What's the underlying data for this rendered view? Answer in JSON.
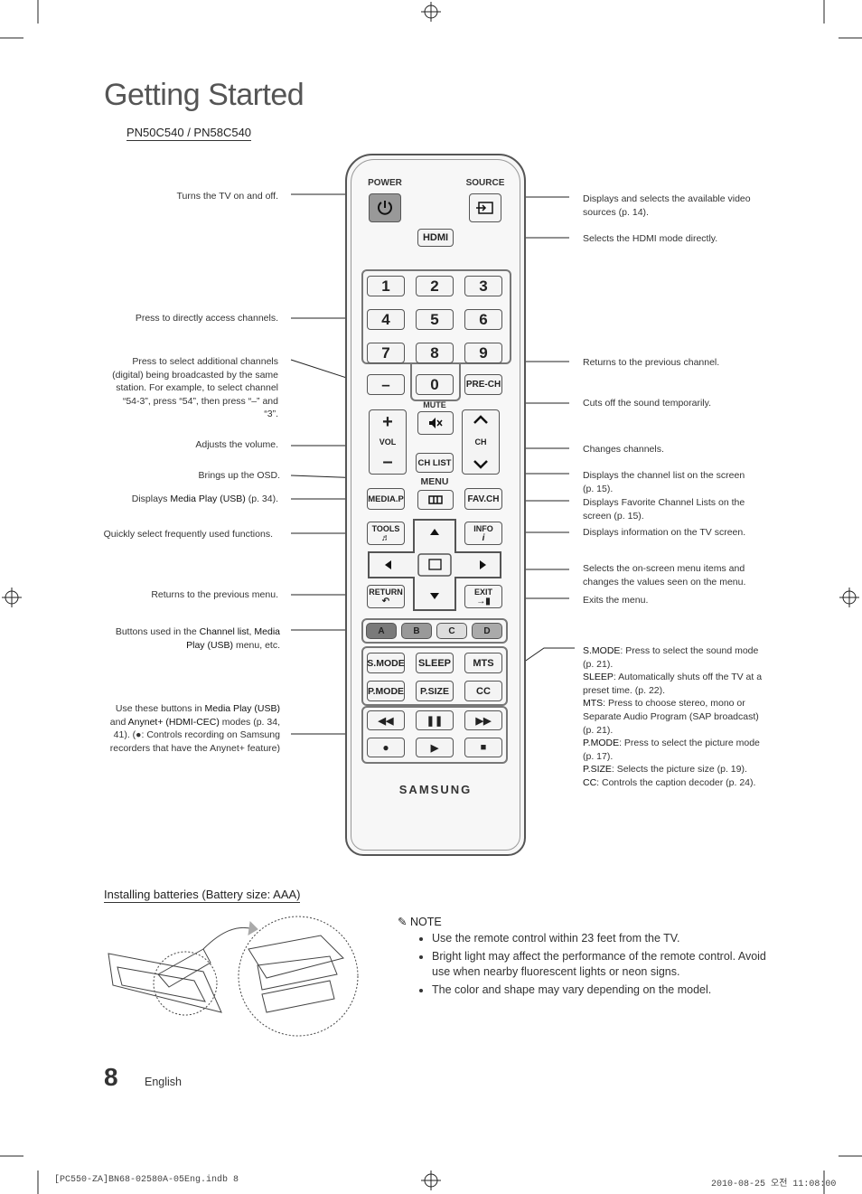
{
  "page": {
    "title": "Getting Started",
    "model": "PN50C540 / PN58C540",
    "page_number": "8",
    "language": "English",
    "footer_left": "[PC550-ZA]BN68-02580A-05Eng.indb   8",
    "footer_right": "2010-08-25   오전 11:08:00"
  },
  "remote": {
    "power": "POWER",
    "source": "SOURCE",
    "hdmi": "HDMI",
    "digits": [
      "1",
      "2",
      "3",
      "4",
      "5",
      "6",
      "7",
      "8",
      "9"
    ],
    "dash": "–",
    "zero": "0",
    "prech": "PRE-CH",
    "mute": "MUTE",
    "vol": "VOL",
    "ch": "CH",
    "chlist": "CH LIST",
    "menu": "MENU",
    "mediap": "MEDIA.P",
    "favch": "FAV.CH",
    "tools": "TOOLS",
    "info": "INFO",
    "return": "RETURN",
    "exit": "EXIT",
    "a": "A",
    "b": "B",
    "c": "C",
    "d": "D",
    "smode": "S.MODE",
    "sleep": "SLEEP",
    "mts": "MTS",
    "pmode": "P.MODE",
    "psize": "P.SIZE",
    "cc": "CC",
    "brand": "SAMSUNG"
  },
  "left_annotations": {
    "power": "Turns the TV on and off.",
    "channels": "Press to directly access channels.",
    "dash": "Press to select additional channels (digital) being broadcasted by the same station. For example, to select channel “54-3”, press “54”, then press “–” and “3”.",
    "volume": "Adjusts the volume.",
    "osd": "Brings up the OSD.",
    "mediap_pre": "Displays ",
    "mediap_bold": "Media Play (USB)",
    "mediap_post": " (p. 34).",
    "tools": "Quickly select frequently used functions.",
    "return": "Returns to the previous menu.",
    "abcd_pre": "Buttons used in the ",
    "abcd_bold1": "Channel list",
    "abcd_mid": ", ",
    "abcd_bold2": "Media Play (USB)",
    "abcd_post": " menu, etc.",
    "media_pre": "Use these buttons in ",
    "media_bold1": "Media Play (USB)",
    "media_mid1": " and ",
    "media_bold2": "Anynet+ (HDMI-CEC)",
    "media_post": " modes (p. 34, 41). (●: Controls recording on Samsung recorders that have the Anynet+ feature)"
  },
  "right_annotations": {
    "source": "Displays and selects the available video sources (p. 14).",
    "hdmi": "Selects the HDMI mode directly.",
    "prech": "Returns to the previous channel.",
    "mute": "Cuts off the sound temporarily.",
    "ch": "Changes channels.",
    "chlist": "Displays the channel list on the screen (p. 15).",
    "favch": "Displays Favorite Channel Lists on the screen (p. 15).",
    "info": "Displays information on the TV screen.",
    "nav": "Selects the on-screen menu items and changes the values seen on the menu.",
    "exit": "Exits the menu.",
    "smode_k": "S.MODE",
    "smode_v": ": Press to select the sound mode (p. 21).",
    "sleep_k": "SLEEP",
    "sleep_v": ": Automatically shuts off the TV at a preset time. (p. 22).",
    "mts_k": "MTS",
    "mts_v": ": Press to choose stereo, mono or Separate Audio Program (SAP broadcast) (p. 21).",
    "pmode_k": "P.MODE",
    "pmode_v": ": Press to select the picture mode (p. 17).",
    "psize_k": "P.SIZE",
    "psize_v": ": Selects the picture size (p. 19).",
    "cc_k": "CC",
    "cc_v": ": Controls the caption decoder (p. 24)."
  },
  "batteries": {
    "heading": "Installing batteries (Battery size: AAA)",
    "note_label": "NOTE",
    "notes": [
      "Use the remote control within 23 feet from the TV.",
      "Bright light may affect the performance of the remote control. Avoid use when nearby fluorescent lights or neon signs.",
      "The color and shape may vary depending on the model."
    ]
  }
}
